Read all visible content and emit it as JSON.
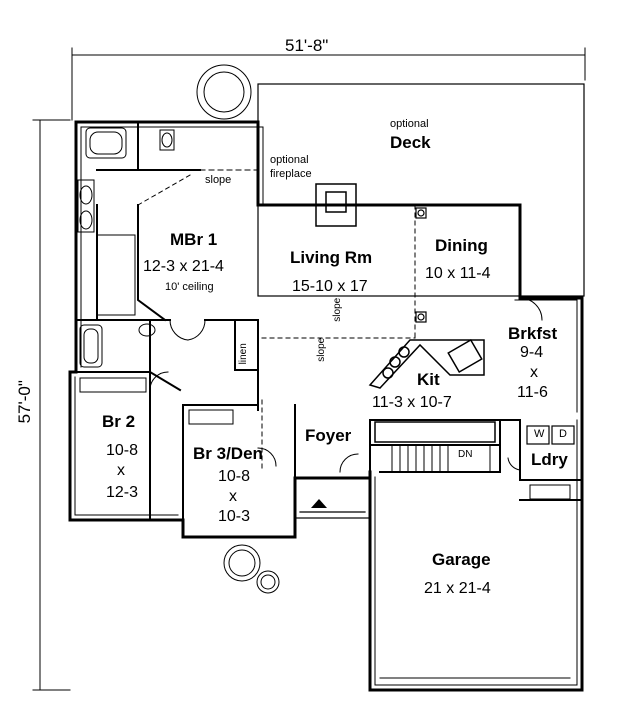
{
  "dimensions": {
    "width": "51'-8\"",
    "depth": "57'-0\""
  },
  "rooms": {
    "mbr": {
      "name": "MBr 1",
      "size": "12-3 x 21-4",
      "note": "10' ceiling"
    },
    "living": {
      "name": "Living Rm",
      "size": "15-10 x 17"
    },
    "dining": {
      "name": "Dining",
      "size": "10 x 11-4"
    },
    "brkfst": {
      "name": "Brkfst",
      "size_a": "9-4",
      "by": "x",
      "size_b": "11-6"
    },
    "kit": {
      "name": "Kit",
      "size": "11-3 x 10-7"
    },
    "br2": {
      "name": "Br 2",
      "size_a": "10-8",
      "by": "x",
      "size_b": "12-3"
    },
    "br3": {
      "name": "Br 3/Den",
      "size_a": "10-8",
      "by": "x",
      "size_b": "10-3"
    },
    "foyer": {
      "name": "Foyer"
    },
    "ldry": {
      "name": "Ldry"
    },
    "garage": {
      "name": "Garage",
      "size": "21 x 21-4"
    },
    "deck": {
      "optional": "optional",
      "name": "Deck"
    }
  },
  "annotations": {
    "fireplace_line1": "optional",
    "fireplace_line2": "fireplace",
    "slope_mbr": "slope",
    "slope_living_a": "slope",
    "slope_living_b": "slope",
    "linen": "linen",
    "dn": "DN",
    "washer": "W",
    "dryer": "D"
  }
}
